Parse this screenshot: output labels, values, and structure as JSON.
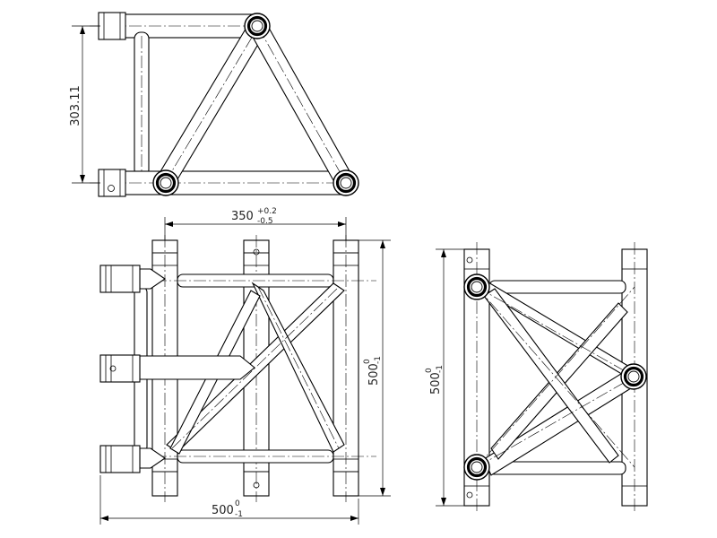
{
  "drawing": {
    "title": "",
    "views": [
      "top-view",
      "front-view",
      "side-view"
    ]
  },
  "dimensions": {
    "top_height": {
      "value": "303.11"
    },
    "width": {
      "value": "350",
      "tol_upper": "+0.2",
      "tol_lower": "-0.5"
    },
    "front_height": {
      "value": "500",
      "tol_upper": "0",
      "tol_lower": "-1"
    },
    "front_length": {
      "value": "500",
      "tol_upper": "0",
      "tol_lower": "-1"
    },
    "side_height": {
      "value": "500",
      "tol_upper": "0",
      "tol_lower": "-1"
    }
  }
}
